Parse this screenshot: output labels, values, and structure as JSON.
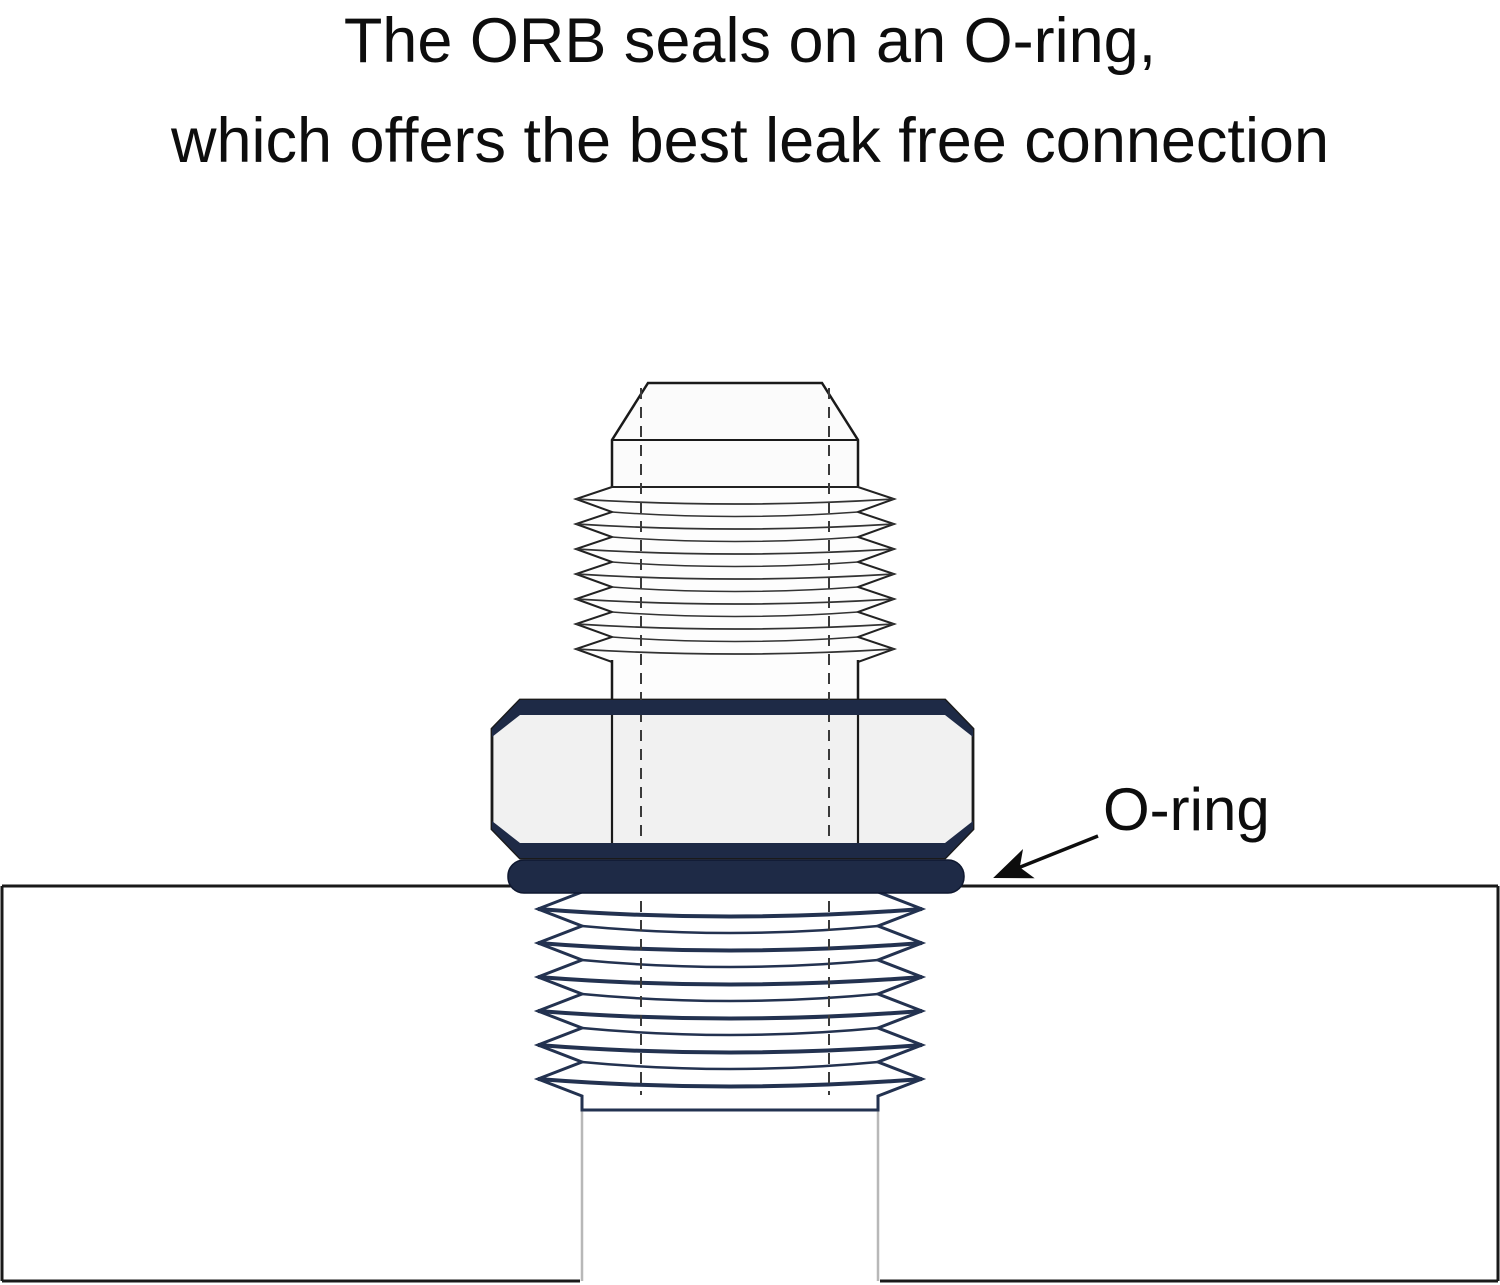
{
  "title": {
    "line1": "The ORB seals on an O-ring,",
    "line2": "which offers the best leak free connection"
  },
  "annotation": {
    "o_ring_label": "O-ring"
  },
  "diagram": {
    "description": "Cross-section diagram of an ORB fitting: flare nose, male threads, hex nut, O-ring seal seated on a port surface, lower threads engaged in the port"
  },
  "colors": {
    "navy": "#1e2a46",
    "thread_line": "#233250",
    "outline": "#111111",
    "metal": "#f1f1f1",
    "flare_fill": "#fbfbfb",
    "hole_wall": "#b8b8b8",
    "background": "#ffffff"
  }
}
